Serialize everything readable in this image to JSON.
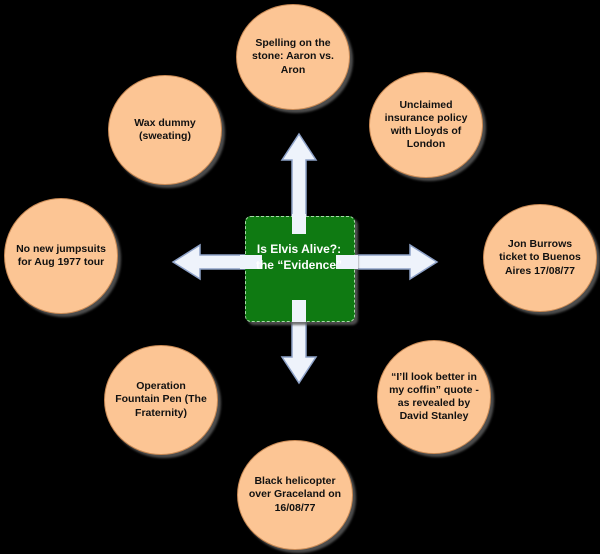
{
  "center": {
    "line1": "Is Elvis Alive?:",
    "line2": "the “Evidence”"
  },
  "nodes": [
    {
      "id": "spelling",
      "text": "Spelling on the stone: Aaron vs. Aron"
    },
    {
      "id": "insurance",
      "text": "Unclaimed insurance policy with Lloyds of London"
    },
    {
      "id": "ticket",
      "text": "Jon Burrows ticket to Buenos Aires 17/08/77"
    },
    {
      "id": "coffin",
      "text": "“I’ll look better in my coffin” quote -as revealed by David Stanley"
    },
    {
      "id": "helicopter",
      "text": "Black helicopter over Graceland on 16/08/77"
    },
    {
      "id": "fountain-pen",
      "text": "Operation Fountain Pen (The Fraternity)"
    },
    {
      "id": "jumpsuits",
      "text": "No new jumpsuits for Aug 1977 tour"
    },
    {
      "id": "wax-dummy",
      "text": "Wax dummy (sweating)"
    }
  ],
  "colors": {
    "background": "#000000",
    "node_fill": "#fcc594",
    "center_fill": "#0f7a12",
    "arrow_fill": "#eef3fb",
    "arrow_stroke": "#8ea2c8"
  }
}
